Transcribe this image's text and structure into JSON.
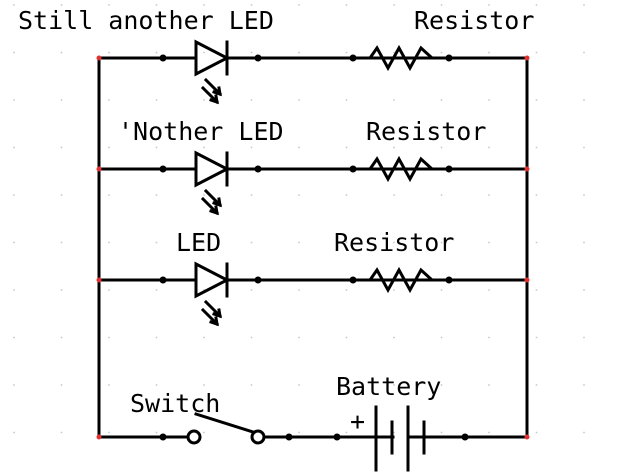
{
  "colors": {
    "wire": "#000000",
    "junction": "#e03030",
    "grid": "#c8c8c8",
    "background": "#ffffff"
  },
  "branches": [
    {
      "led_label": "Still another LED",
      "resistor_label": "Resistor"
    },
    {
      "led_label": "'Nother LED",
      "resistor_label": "Resistor"
    },
    {
      "led_label": "LED",
      "resistor_label": "Resistor"
    }
  ],
  "switch": {
    "label": "Switch",
    "state": "open"
  },
  "battery": {
    "label": "Battery",
    "polarity_mark": "+"
  }
}
